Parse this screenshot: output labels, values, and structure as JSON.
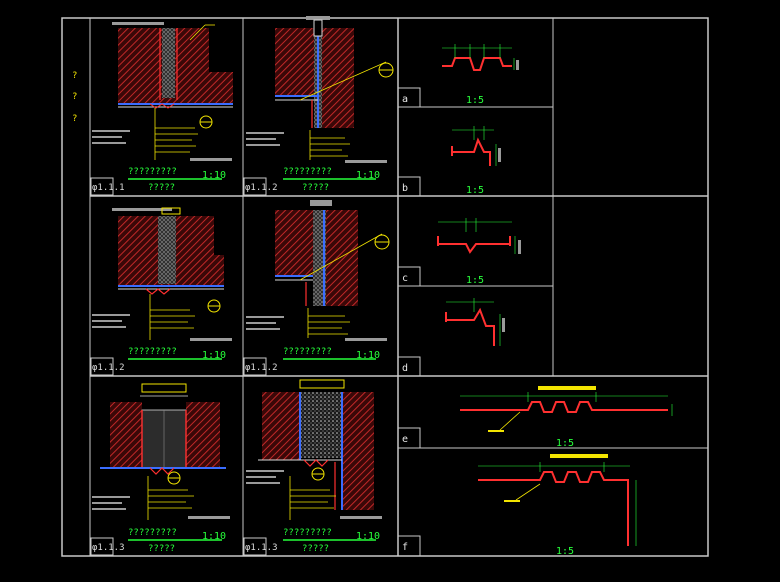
{
  "sheet": {
    "note_marks": [
      "?",
      "?",
      "?"
    ]
  },
  "details": [
    {
      "id": "φ1.1.1",
      "title": "?????????",
      "subtitle": "?????",
      "scale": "1:10"
    },
    {
      "id": "φ1.1.2",
      "title": "?????????",
      "subtitle": "?????",
      "scale": "1:10"
    },
    {
      "id": "φ1.1.2",
      "title": "?????????",
      "subtitle": "",
      "scale": "1:10"
    },
    {
      "id": "φ1.1.2",
      "title": "?????????",
      "subtitle": "",
      "scale": "1:10"
    },
    {
      "id": "φ1.1.3",
      "title": "?????????",
      "subtitle": "?????",
      "scale": "1:10"
    },
    {
      "id": "φ1.1.3",
      "title": "?????????",
      "subtitle": "?????",
      "scale": "1:10"
    }
  ],
  "profiles": [
    {
      "letter": "a",
      "scale": "1:5"
    },
    {
      "letter": "b",
      "scale": "1:5"
    },
    {
      "letter": "c",
      "scale": "1:5"
    },
    {
      "letter": "d",
      "scale": "1:5"
    },
    {
      "letter": "e",
      "scale": "1:5"
    },
    {
      "letter": "f",
      "scale": "1:5"
    }
  ],
  "colors": {
    "frame": "#c8c8c8",
    "hatch": "#b02020",
    "concrete": "#d8d8d8",
    "membrane": "#ff3030",
    "insulation": "#3a6dff",
    "leader": "#f2e400",
    "title_green": "#26ff3a"
  }
}
